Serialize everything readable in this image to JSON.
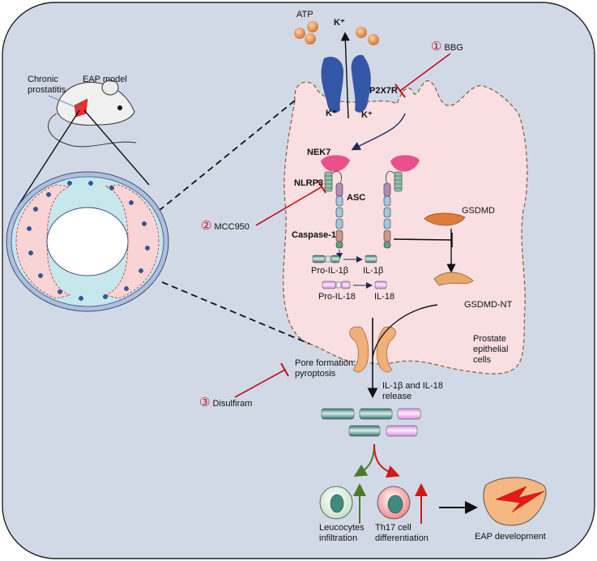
{
  "labels": {
    "atp": "ATP",
    "k_top": "K⁺",
    "k_left": "K⁺",
    "k_right": "K⁺",
    "p2x7r": "P2X7R",
    "nek7": "NEK7",
    "nlrp3": "NLRP3",
    "asc": "ASC",
    "caspase1": "Caspase-1",
    "pro_il1b": "Pro-IL-1β",
    "il1b": "IL-1β",
    "pro_il18": "Pro-IL-18",
    "il18": "IL-18",
    "gsdmd": "GSDMD",
    "gsdmd_nt": "GSDMD-NT",
    "prostate_cells": "Prostate epithelial cells",
    "pore": "Pore formation: pyroptosis",
    "release": "IL-1β and IL-18 release",
    "leucocytes": "Leucocytes infiltration",
    "th17": "Th17 cell differentiation",
    "eap_development": "EAP development",
    "chronic_prostatitis": "Chronic prostatitis",
    "eap_model": "EAP model"
  },
  "inhibitors": [
    {
      "number": "①",
      "name": "BBG"
    },
    {
      "number": "②",
      "name": "MCC950"
    },
    {
      "number": "③",
      "name": "Disulfiram"
    }
  ],
  "colors": {
    "background": "#d2d9e6",
    "cell_fill": "#f9dfe2",
    "cell_border": "#8b5a2b",
    "channel": "#3456a6",
    "gsdmd": "#e07b39",
    "inhibitor": "#c0141c",
    "nek7": "#e8508e",
    "pore": "#f0b07a",
    "il1b_cyl": "#3e8c80",
    "il18_cyl": "#e7b7ee",
    "atp_ball": "#e8995a",
    "green_arrow": "#4b7a2a",
    "red_arrow": "#d01818"
  }
}
